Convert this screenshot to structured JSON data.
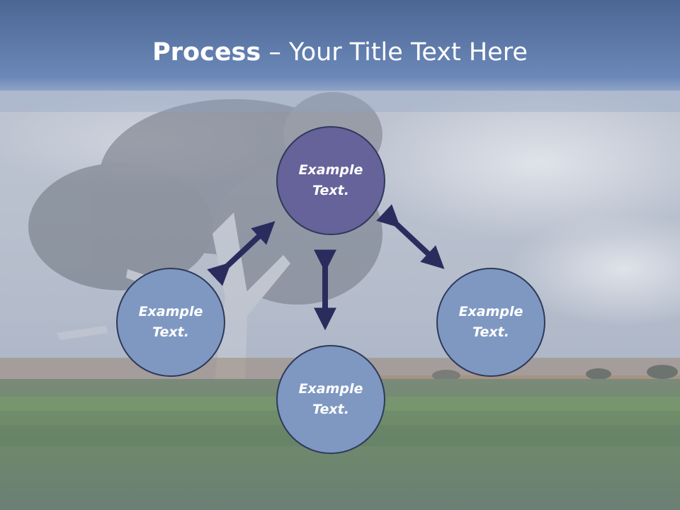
{
  "title": {
    "bold_part": "Process",
    "rest_part": " – Your Title Text Here"
  },
  "colors": {
    "header_top": "#4c6694",
    "header_bottom": "#6b88b8",
    "sky": "#b9c1cd",
    "field": "#5e7f56",
    "node_top_fill": "#66629a",
    "node_fill": "#7f98c2",
    "node_border": "#2f3a5a",
    "arrow": "#2b2c5e"
  },
  "nodes": {
    "top": "Example Text.",
    "left": "Example Text.",
    "right": "Example Text.",
    "bottom": "Example Text."
  },
  "icons": [
    "double-arrow-icon"
  ]
}
